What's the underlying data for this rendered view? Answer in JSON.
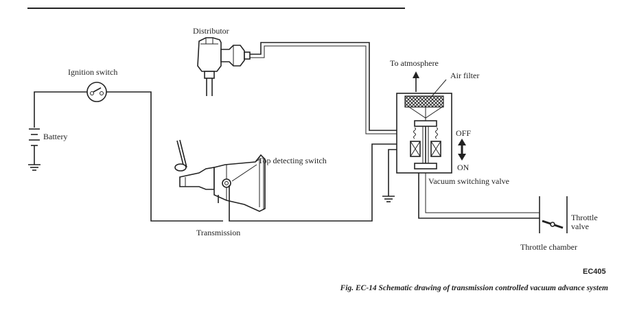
{
  "figure": {
    "code": "EC405",
    "caption": "Fig. EC-14  Schematic drawing of transmission controlled vacuum advance system"
  },
  "labels": {
    "distributor": "Distributor",
    "ignition_switch": "Ignition switch",
    "battery": "Battery",
    "top_detecting_switch": "Top detecting switch",
    "transmission": "Transmission",
    "to_atmosphere": "To atmosphere",
    "air_filter": "Air filter",
    "off": "OFF",
    "on": "ON",
    "vacuum_switching_valve": "Vacuum switching valve",
    "throttle_valve_1": "Throttle",
    "throttle_valve_2": "valve",
    "throttle_chamber": "Throttle chamber"
  }
}
